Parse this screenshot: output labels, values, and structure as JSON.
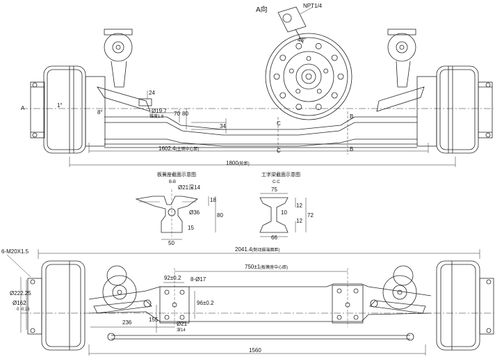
{
  "view_label": "A向",
  "npt_label": "NPT1/4",
  "angle_43": "43°",
  "a_label": "A",
  "b_label": "B",
  "c_label": "C",
  "dims_top": {
    "d24": "24",
    "d19": "Ø19.7",
    "taper": "锥度1:8",
    "d70": "70",
    "d80": "80",
    "d34": "34",
    "d1602": "1602.4",
    "d1602_note": "(主销中心距)",
    "d1800": "1800",
    "d1800_note": "(轮距)",
    "angle1": "1°",
    "angle8": "8°"
  },
  "section_bb": {
    "title": "板簧座截面示意图",
    "label": "B-B",
    "d21": "Ø21深14",
    "d36": "Ø36",
    "d18": "18",
    "d80": "80",
    "d15": "15",
    "d50": "50"
  },
  "section_cc": {
    "title": "工字梁截面示意图",
    "label": "C-C",
    "d75": "75",
    "d12a": "12",
    "d10": "10",
    "d12b": "12",
    "d72": "72",
    "d66": "66"
  },
  "dims_bottom": {
    "thread": "6-M20X1.5",
    "d2041": "2041.4",
    "d2041_note": "(制动鼓端面距)",
    "d750": "750±1",
    "d750_note": "(板簧座中心距)",
    "d92": "92±0.2",
    "d8_17": "8-Ø17",
    "d96": "96±0.2",
    "d222": "Ø222.25",
    "d162": "Ø162",
    "tol": "0 -0.16",
    "d236": "236",
    "d155": "155",
    "d21": "Ø21",
    "deep14": "深14",
    "d1560": "1560"
  }
}
